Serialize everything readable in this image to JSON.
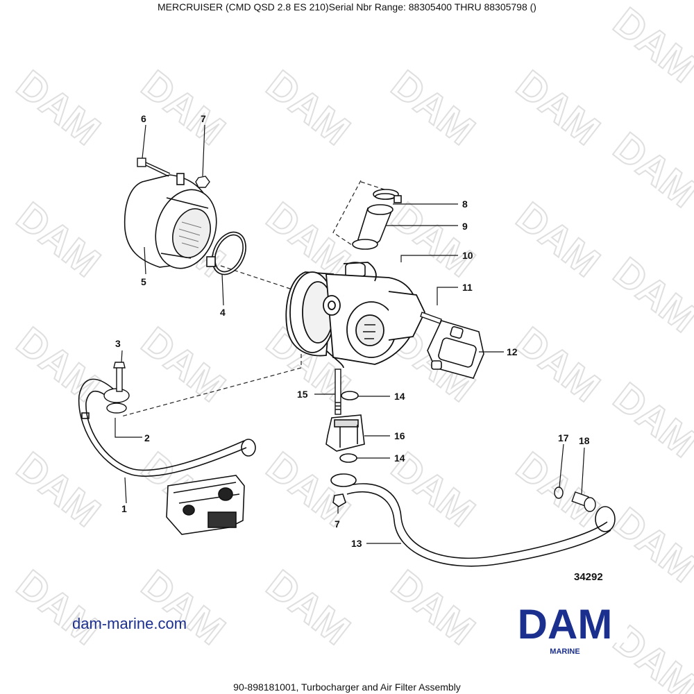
{
  "header": {
    "title": "MERCRUISER (CMD QSD 2.8 ES 210)Serial Nbr Range: 88305400 THRU 88305798 ()"
  },
  "diagram": {
    "reference_number": "34292",
    "callouts": {
      "c1": "1",
      "c2": "2",
      "c3": "3",
      "c4": "4",
      "c5": "5",
      "c6": "6",
      "c7a": "7",
      "c7b": "7",
      "c8": "8",
      "c9": "9",
      "c10": "10",
      "c11": "11",
      "c12": "12",
      "c13": "13",
      "c14a": "14",
      "c14b": "14",
      "c15": "15",
      "c16": "16",
      "c17": "17",
      "c18": "18"
    }
  },
  "watermark": {
    "text": "DAM"
  },
  "branding": {
    "website": "dam-marine.com",
    "logo_text": "DAM",
    "logo_subtext": "MARINE",
    "brand_color": "#1b2f8f"
  },
  "footer": {
    "caption": "90-898181001, Turbocharger and Air Filter Assembly"
  }
}
